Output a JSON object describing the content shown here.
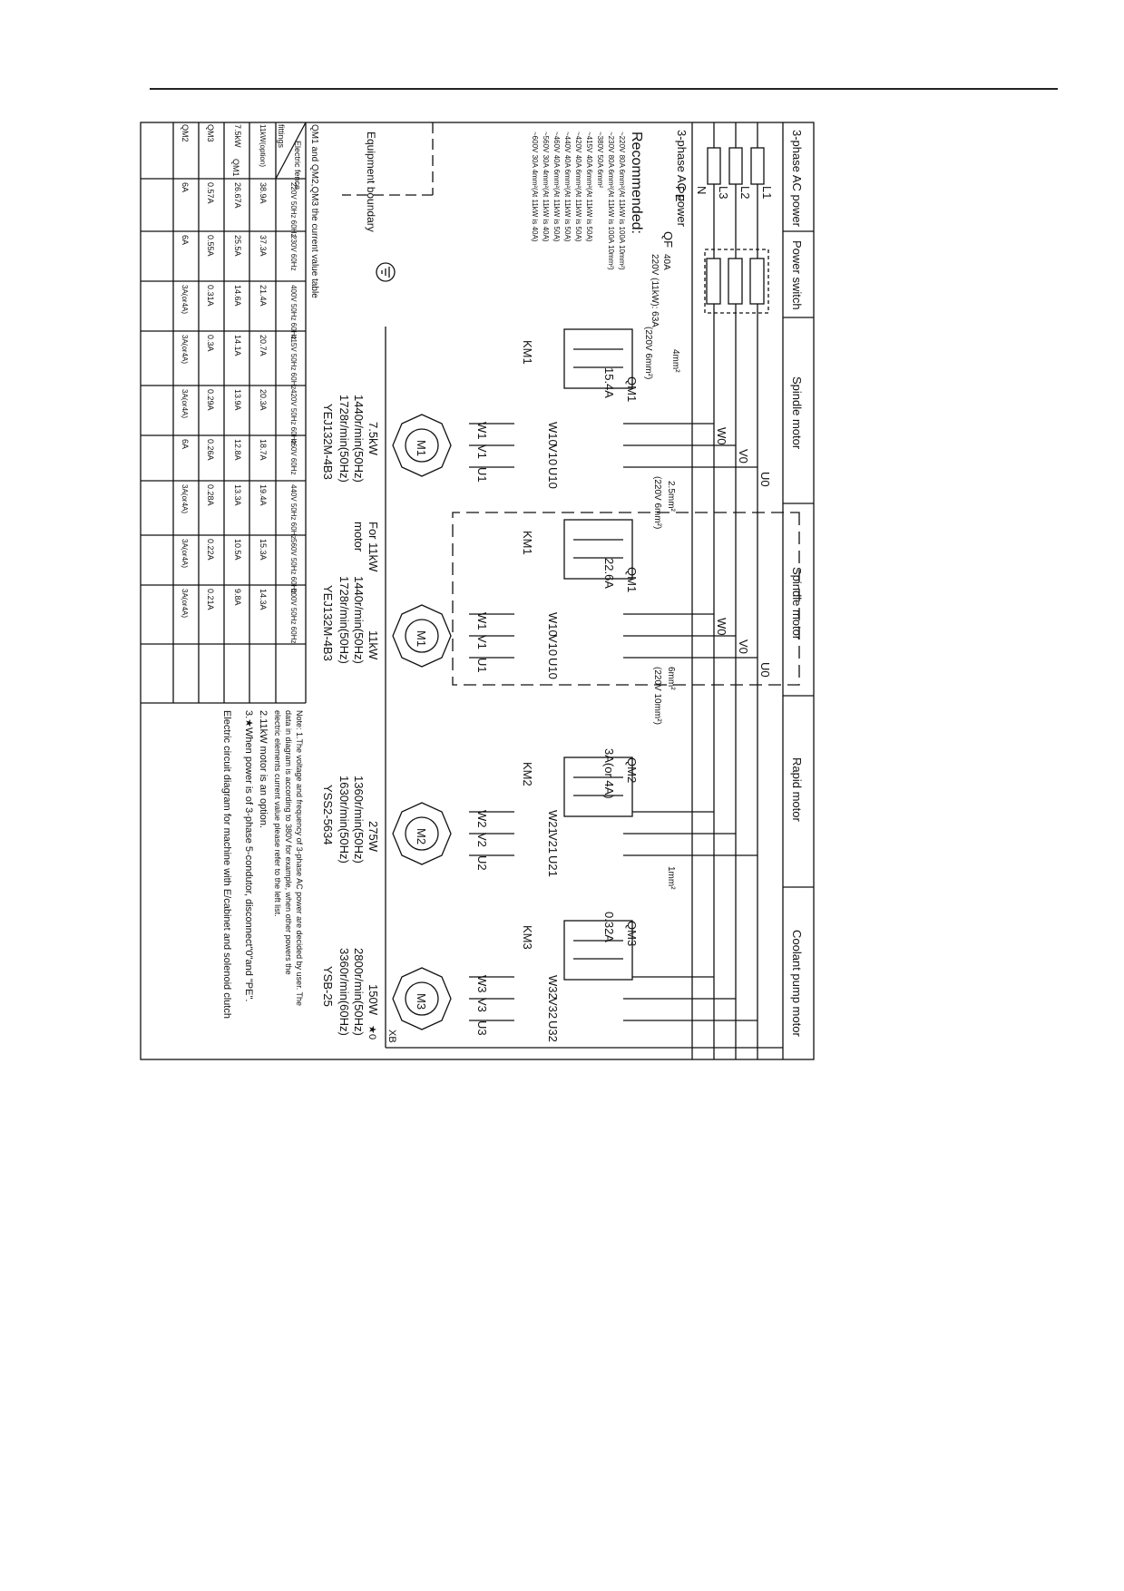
{
  "headers": [
    "3-phase AC power",
    "Power switch",
    "Spindle motor",
    "Spindle motor",
    "Rapid motor",
    "Coolant pump motor"
  ],
  "power": {
    "source_label": "3-phase AC power",
    "phases": [
      "L1",
      "L2",
      "L3"
    ],
    "neutral": "N",
    "earth": "PE",
    "switch": "QF",
    "switch_rating": "40A",
    "switch_rating_11kw": "220V (11kW): 63A",
    "wire_4mm": "4mm²",
    "wire_220v_6mm": "(220V 6mm²)",
    "boundary": "Equipment boundary"
  },
  "recommended": {
    "title": "Recommended:",
    "lines": [
      "~220V 80A 6mm²(At 11kW is 100A 10mm²)",
      "~230V 80A 6mm²(At 11kW is 100A 10mm²)",
      "~380V 50A 6mm²",
      "~415V 40A 6mm²(At 11kW is 50A)",
      "~420V 40A 6mm²(At 11kW is 50A)",
      "~440V 40A 6mm²(At 11kW is 50A)",
      "~460V 40A 6mm²(At 11kW is 50A)",
      "~560V 30A 4mm²(At 11kW is 40A)",
      "~600V 30A 4mm²(At 11kW is 40A)"
    ]
  },
  "motor_75": {
    "phase_labels": [
      "U0",
      "V0",
      "W0"
    ],
    "wire": "2.5mm²",
    "wire_220": "(220V 6mm²)",
    "breaker": "QM1",
    "breaker_rating": "15.4A",
    "terminals": [
      "U10",
      "V10",
      "W10"
    ],
    "contactor": "KM1",
    "motor_terminals": [
      "U1",
      "V1",
      "W1"
    ],
    "motor": "M1",
    "power": "7.5kW",
    "speed_50": "1440r/min(50Hz)",
    "speed_60": "1728r/min(50Hz)",
    "model": "YEJ132M-4B3"
  },
  "motor_11": {
    "phase_labels": [
      "U0",
      "V0",
      "W0"
    ],
    "wire": "6mm²",
    "wire_220": "(220V 10mm²)",
    "breaker": "QM1",
    "breaker_rating": "22.6A",
    "terminals": [
      "U10",
      "V10",
      "W10"
    ],
    "contactor": "KM1",
    "motor_terminals": [
      "U1",
      "V1",
      "W1"
    ],
    "motor": "M1",
    "for_label": "For 11kW",
    "motor_word": "motor",
    "power": "11kW",
    "speed_50": "1440r/min(50Hz)",
    "speed_60": "1728r/min(50Hz)",
    "model": "YEJ132M-4B3"
  },
  "rapid": {
    "wire": "1mm²",
    "breaker": "QM2",
    "breaker_rating": "3A(or 4A)",
    "terminals": [
      "U21",
      "V21",
      "W21"
    ],
    "contactor": "KM2",
    "motor_terminals": [
      "U2",
      "V2",
      "W2"
    ],
    "motor": "M2",
    "power": "275W",
    "speed_50": "1360r/min(50Hz)",
    "speed_60": "1630r/min(50Hz)",
    "model": "YSS2-5634"
  },
  "coolant": {
    "breaker": "QM3",
    "breaker_rating": "0.32A",
    "terminals": [
      "U32",
      "V32",
      "W32"
    ],
    "contactor": "KM3",
    "motor_terminals": [
      "U3",
      "V3",
      "W3"
    ],
    "motor": "M3",
    "power": "150W",
    "speed_50": "2800r/min(50Hz)",
    "speed_60": "3360r/min(60Hz)",
    "model": "YSB-25",
    "xb": "XB",
    "zero": "0",
    "star": "★"
  },
  "notes": [
    "Note: 1.The voltage and frequency of 3-phase AC power are decided by user. The",
    "data in diagram is according to 380V for example, when other powers the",
    "electric elements current value please refer to the left list.",
    "2.11kW motor is an option.",
    "3.★When power is of 3-phase 5-condutor, disconnect\"0\"and \"PE\".",
    "Electric circuit diagram for machine with E/cabinet and solenoid clutch"
  ],
  "table": {
    "caption": "QM1 and QM2,QM3 the current value table",
    "corner_top": "Electric fence",
    "corner_bottom": "fittings",
    "columns": [
      "220V 50Hz 60Hz",
      "230V 60Hz",
      "400V 50Hz 60Hz",
      "415V 50Hz 60Hz",
      "420V 50Hz 60Hz",
      "460V 60Hz",
      "440V 50Hz 60Hz",
      "560V 50Hz 60Hz",
      "600V 50Hz 60Hz"
    ],
    "group_label": "QM1",
    "rows": [
      {
        "label": "11kW(option)",
        "values": [
          "38.9A",
          "37.3A",
          "21.4A",
          "20.7A",
          "20.3A",
          "18.7A",
          "19.4A",
          "15.3A",
          "14.3A"
        ]
      },
      {
        "label": "7.5kW",
        "values": [
          "26.67A",
          "25.5A",
          "14.6A",
          "14.1A",
          "13.9A",
          "12.8A",
          "13.3A",
          "10.5A",
          "9.8A"
        ]
      },
      {
        "label": "QM3",
        "values": [
          "0.57A",
          "0.55A",
          "0.31A",
          "0.3A",
          "0.29A",
          "0.26A",
          "0.28A",
          "0.22A",
          "0.21A"
        ]
      },
      {
        "label": "QM2",
        "values": [
          "6A",
          "6A",
          "3A(or4A)",
          "3A(or4A)",
          "3A(or4A)",
          "6A",
          "3A(or4A)",
          "3A(or4A)",
          "3A(or4A)"
        ]
      }
    ]
  }
}
